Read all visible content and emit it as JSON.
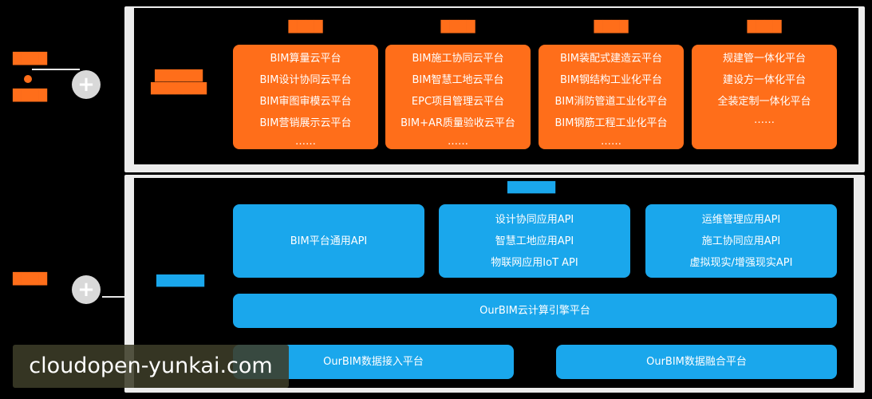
{
  "top_section": {
    "left_label_top": "████",
    "left_label_bottom": "████",
    "tag": "██████ ███████",
    "columns": [
      {
        "header": "████",
        "items": [
          "BIM算量云平台",
          "BIM设计协同云平台",
          "BIM审图审模云平台",
          "BIM营销展示云平台",
          "……"
        ]
      },
      {
        "header": "████",
        "items": [
          "BIM施工协同云平台",
          "BIM智慧工地云平台",
          "EPC项目管理云平台",
          "BIM+AR质量验收云平台",
          "……"
        ]
      },
      {
        "header": "████",
        "items": [
          "BIM装配式建造云平台",
          "BIM钢结构工业化平台",
          "BIM消防管道工业化平台",
          "BIM钢筋工程工业化平台",
          "……"
        ]
      },
      {
        "header": "████",
        "items": [
          "规建管一体化平台",
          "建设方一体化平台",
          "全装定制一体化平台",
          "……"
        ]
      }
    ]
  },
  "bottom_section": {
    "left_label": "████",
    "tag": "██████",
    "header": "██████",
    "api_boxes": [
      {
        "items": [
          "BIM平台通用API"
        ]
      },
      {
        "items": [
          "设计协同应用API",
          "智慧工地应用API",
          "物联网应用IoT API"
        ]
      },
      {
        "items": [
          "运维管理应用API",
          "施工协同应用API",
          "虚拟现实/增强现实API"
        ]
      }
    ],
    "engine_platform": "OurBIM云计算引擎平台",
    "data_access_platform": "OurBIM数据接入平台",
    "data_fusion_platform": "OurBIM数据融合平台"
  },
  "watermark": "cloudopen-yunkai.com",
  "colors": {
    "orange": "#ff6e1a",
    "blue": "#1aa7ec",
    "frame": "#ececec"
  }
}
